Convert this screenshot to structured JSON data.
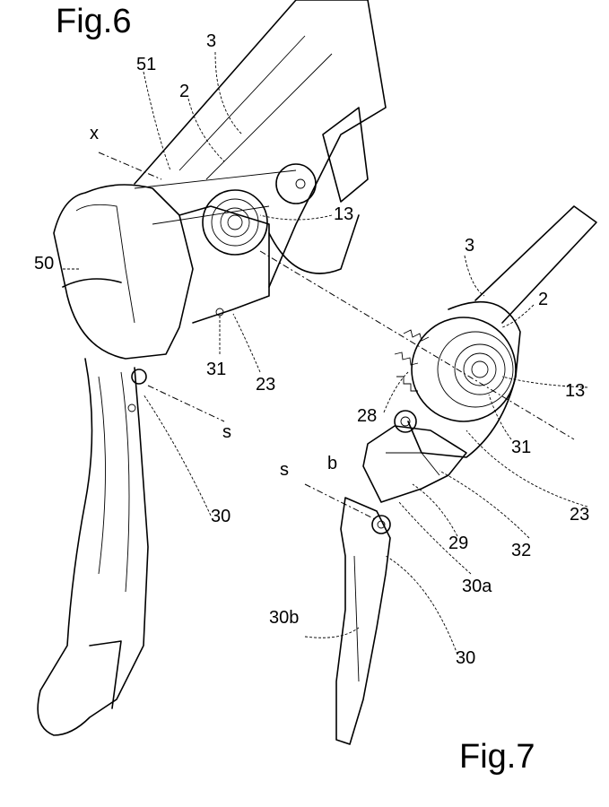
{
  "figures": {
    "fig6": {
      "title": "Fig.6",
      "labels": {
        "l3": "3",
        "l51": "51",
        "l2": "2",
        "lx": "x",
        "l13": "13",
        "l50": "50",
        "l31": "31",
        "l23": "23",
        "ls": "s",
        "l30": "30"
      }
    },
    "fig7": {
      "title": "Fig.7",
      "labels": {
        "l3": "3",
        "l2": "2",
        "l13": "13",
        "l28": "28",
        "l31": "31",
        "l23": "23",
        "lb": "b",
        "ls": "s",
        "l29": "29",
        "l32": "32",
        "l30a": "30a",
        "l30b": "30b",
        "l30": "30"
      }
    }
  }
}
